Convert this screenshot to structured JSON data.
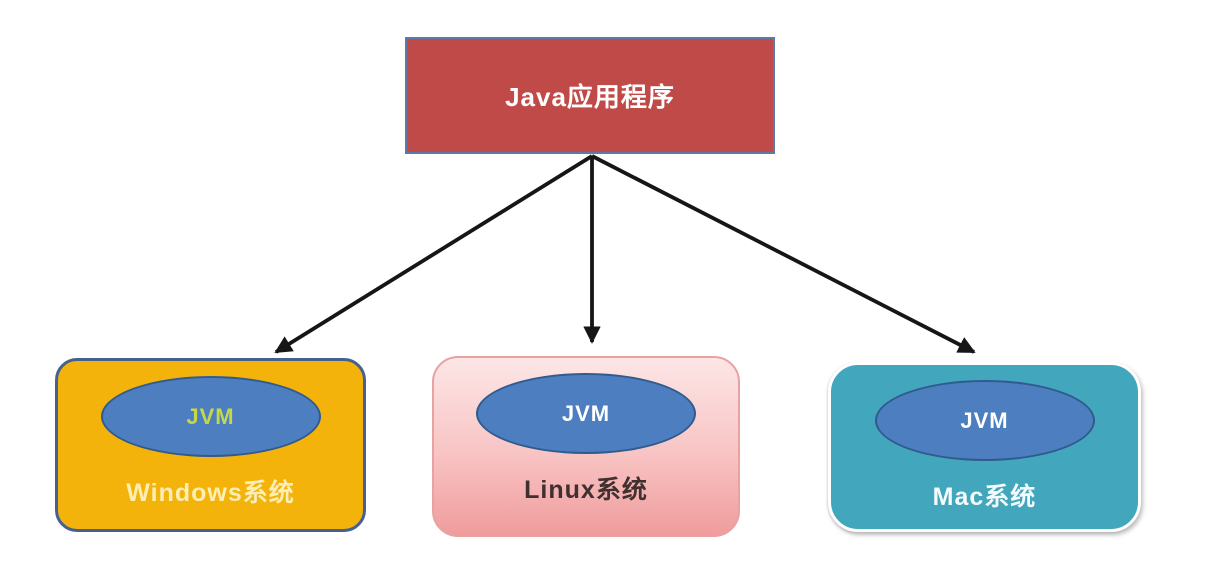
{
  "diagram": {
    "title_node": {
      "label": "Java应用程序",
      "fill": "#c04a48",
      "border": "#5d79aa",
      "text_color": "#ffffff"
    },
    "platform_nodes": [
      {
        "id": "windows",
        "os_label": "Windows系统",
        "vm_label": "JVM",
        "fill": "#f4b30b",
        "border": "#44618f",
        "os_label_color": "#fdeeb4",
        "vm_label_color": "#c3d84c"
      },
      {
        "id": "linux",
        "os_label": "Linux系统",
        "vm_label": "JVM",
        "fill_top": "#fde6e6",
        "fill_bottom": "#f09c9c",
        "border": "#e8a2a2",
        "os_label_color": "#403030",
        "vm_label_color": "#ffffff"
      },
      {
        "id": "mac",
        "os_label": "Mac系统",
        "vm_label": "JVM",
        "fill": "#42a6bc",
        "border": "#ffffff",
        "os_label_color": "#f4fbfd",
        "vm_label_color": "#ffffff"
      }
    ],
    "ellipse": {
      "fill": "#4d7ec0",
      "border": "#2f5b8f"
    },
    "arrows": {
      "color": "#161616",
      "from": "Java应用程序",
      "to": [
        "Windows系统",
        "Linux系统",
        "Mac系统"
      ]
    }
  }
}
